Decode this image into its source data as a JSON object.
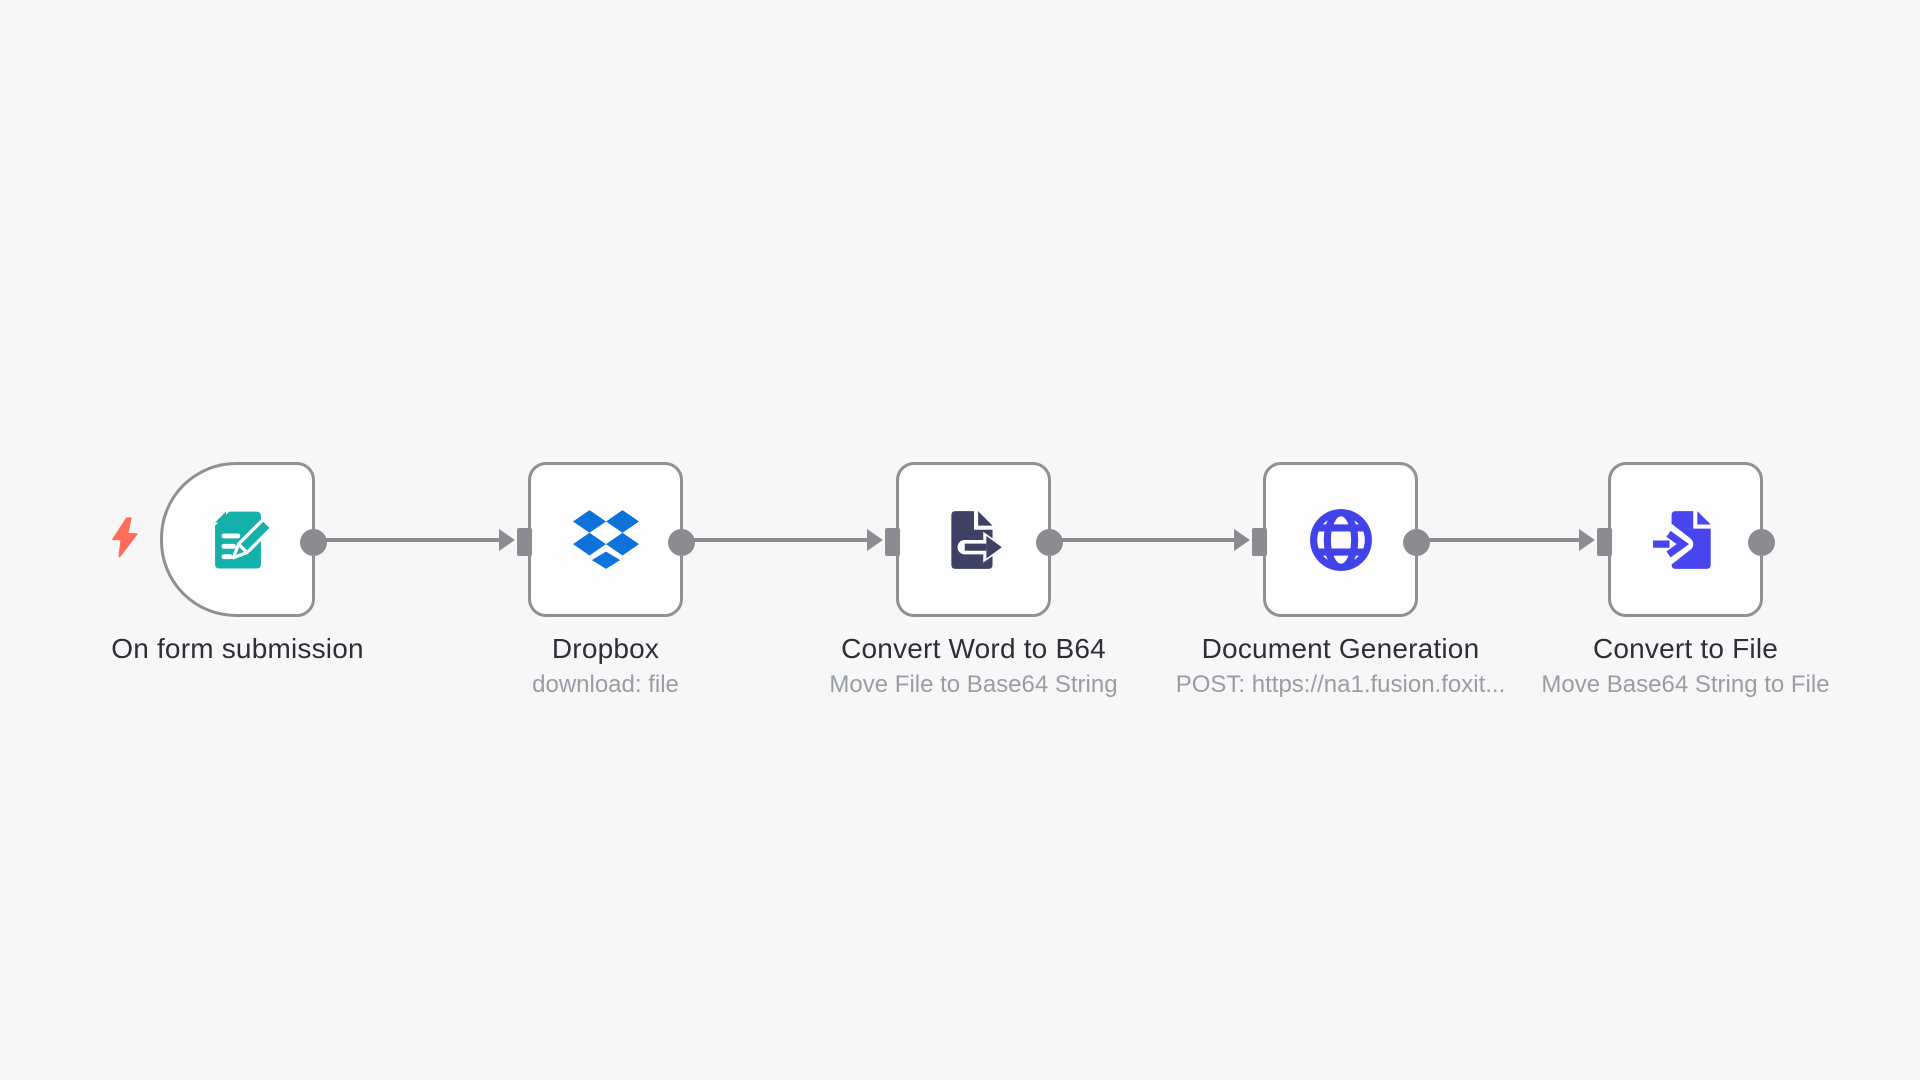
{
  "app": "workflow-canvas",
  "workflow": {
    "nodes": [
      {
        "id": "on-form-submission",
        "title": "On form submission",
        "subtitle": "",
        "type": "trigger",
        "icon": "form-pen-icon",
        "icon_color": "#14b1ab"
      },
      {
        "id": "dropbox",
        "title": "Dropbox",
        "subtitle": "download: file",
        "type": "action",
        "icon": "dropbox-icon",
        "icon_color": "#0d72d9"
      },
      {
        "id": "convert-word-to-b64",
        "title": "Convert Word to B64",
        "subtitle": "Move File to Base64 String",
        "type": "action",
        "icon": "file-export-icon",
        "icon_color": "#3d4164"
      },
      {
        "id": "document-generation",
        "title": "Document Generation",
        "subtitle": "POST: https://na1.fusion.foxit...",
        "type": "action",
        "icon": "globe-icon",
        "icon_color": "#4143e8"
      },
      {
        "id": "convert-to-file",
        "title": "Convert to File",
        "subtitle": "Move Base64 String to File",
        "type": "action",
        "icon": "file-import-icon",
        "icon_color": "#4845ef"
      }
    ],
    "connections": [
      {
        "from": "on-form-submission",
        "to": "dropbox"
      },
      {
        "from": "dropbox",
        "to": "convert-word-to-b64"
      },
      {
        "from": "convert-word-to-b64",
        "to": "document-generation"
      },
      {
        "from": "document-generation",
        "to": "convert-to-file"
      }
    ],
    "colors": {
      "canvas_background": "#f7f7f8",
      "node_fill": "#fdfdfe",
      "node_border": "#8f9094",
      "connector": "#8a8c91",
      "title_text": "#2d2f38",
      "subtitle_text": "#999da5",
      "trigger_bolt": "#ff6d5a"
    }
  }
}
